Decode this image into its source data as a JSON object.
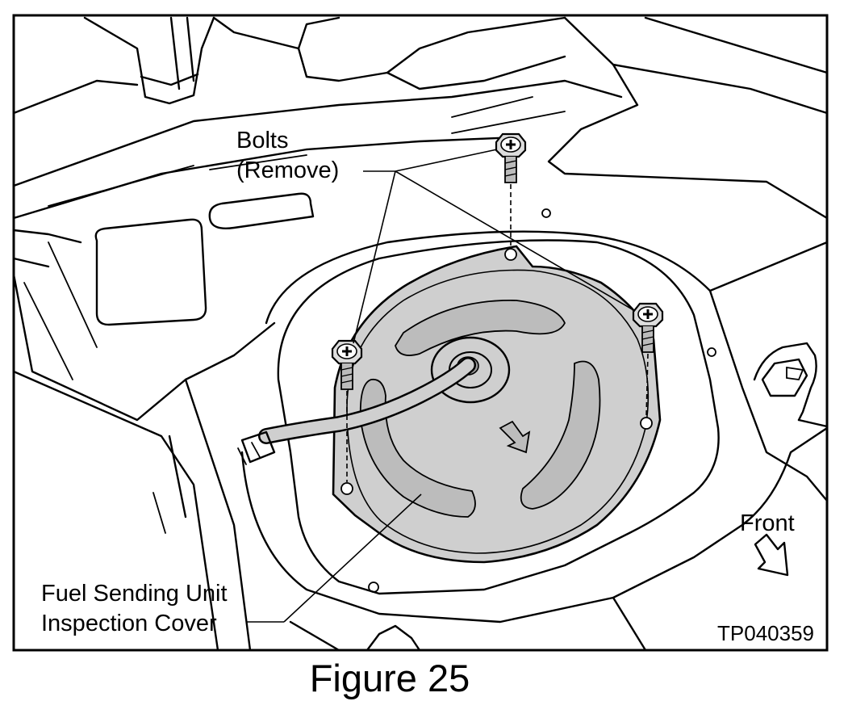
{
  "labels": {
    "bolts_line1": "Bolts",
    "bolts_line2": "(Remove)",
    "cover_line1": "Fuel Sending Unit",
    "cover_line2": "Inspection Cover",
    "front": "Front",
    "reference_code": "TP040359"
  },
  "caption": "Figure 25",
  "colors": {
    "outline": "#000000",
    "cover_fill": "#cfcfcf",
    "cover_rib": "#bcbcbc",
    "background": "#ffffff"
  },
  "icons": [
    "bolt-icon",
    "arrow-icon"
  ]
}
